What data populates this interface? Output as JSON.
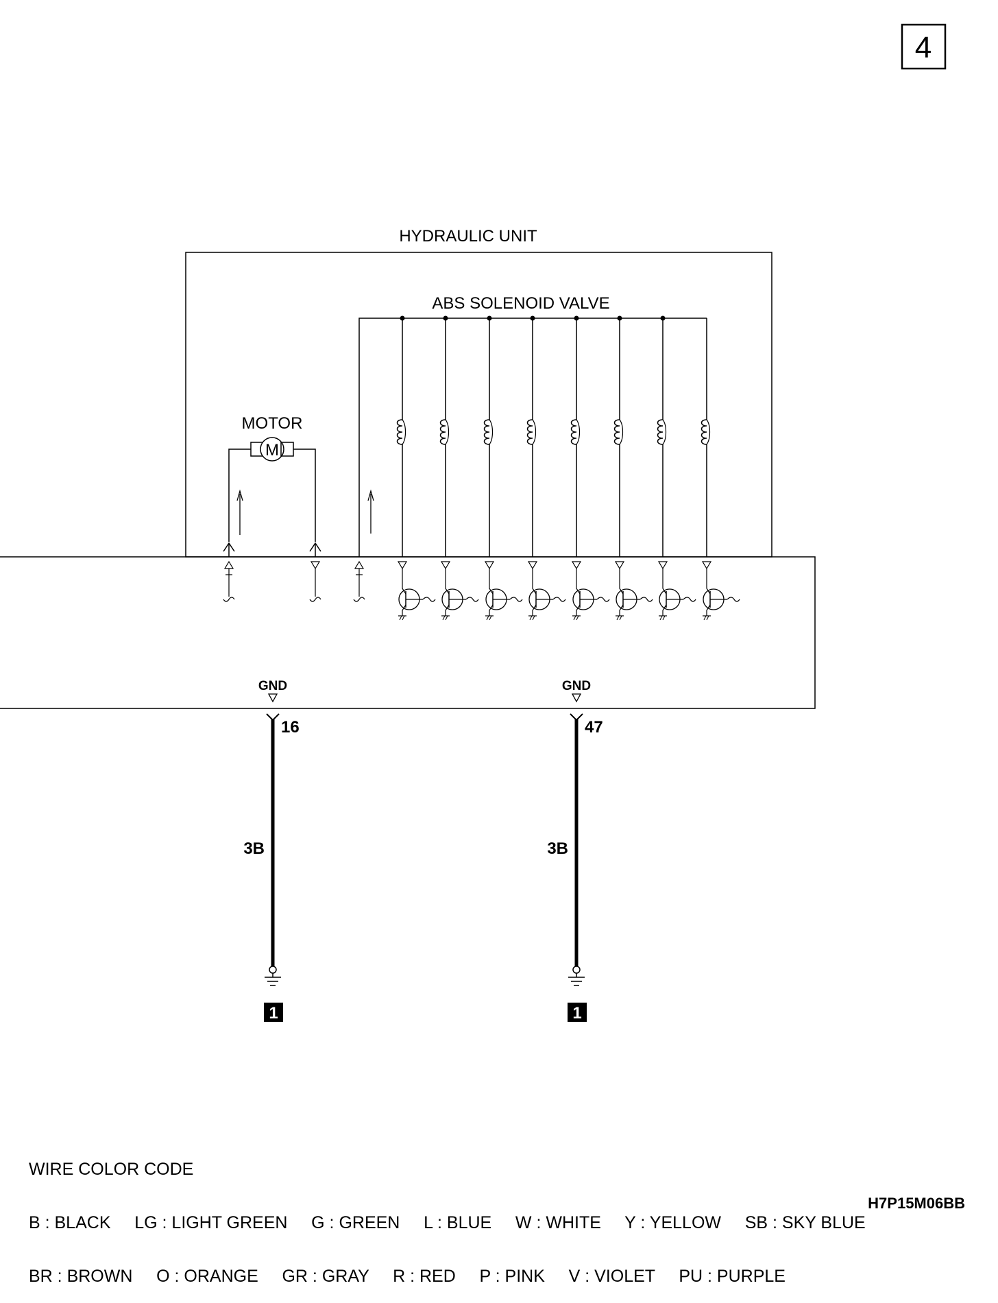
{
  "page_number": "4",
  "hydraulic_unit_label": "HYDRAULIC UNIT",
  "abs_valve_label": "ABS SOLENOID VALVE",
  "motor_label": "MOTOR",
  "motor_symbol": "M",
  "gnd_left": {
    "label": "GND",
    "pin": "16",
    "wire": "3B",
    "ground_ref": "1"
  },
  "gnd_right": {
    "label": "GND",
    "pin": "47",
    "wire": "3B",
    "ground_ref": "1"
  },
  "legend": {
    "title": "WIRE COLOR CODE",
    "line1": "B : BLACK     LG : LIGHT GREEN     G : GREEN     L : BLUE     W : WHITE     Y : YELLOW     SB : SKY BLUE",
    "line2": "BR : BROWN     O : ORANGE     GR : GRAY     R : RED     P : PINK     V : VIOLET     PU : PURPLE"
  },
  "figure_code": "H7P15M06BB"
}
